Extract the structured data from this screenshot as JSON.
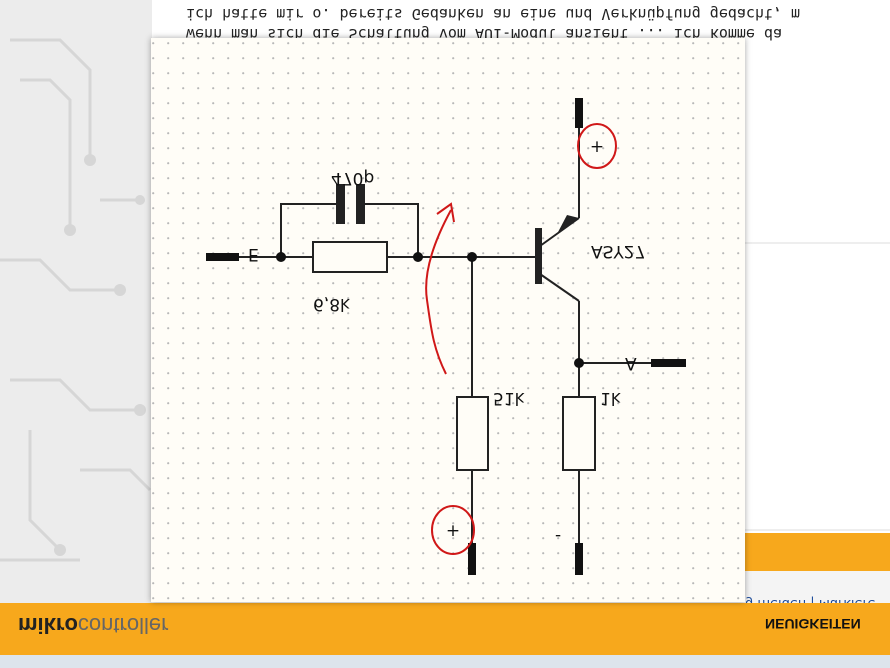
{
  "forum": {
    "line1": "wenn man sich die Schaltung vom AUI-Modul ansieht ... ich komme da",
    "line2": "ich hatte mir o. bereits Gedanken an eine und Verknüpfung gedacht, m"
  },
  "footer": {
    "logo_bold": "mikro",
    "logo_light": "controller",
    "nav_news": "NEUIGKEITEN",
    "links": "g melden | Markiere"
  },
  "schematic": {
    "labels": {
      "input": "E",
      "output": "A",
      "capacitor": "470p",
      "r_series": "6,8k",
      "r_base": "51k",
      "r_collector": "1k",
      "transistor": "ASY27",
      "minus": "-"
    },
    "plus_symbols": [
      "+",
      "+"
    ],
    "colors": {
      "grid_dot": "#b8b8b8",
      "wire": "#222222",
      "annotation": "#d01818",
      "panel_bg": "#fffdf7",
      "accent": "#f7a81c"
    }
  }
}
